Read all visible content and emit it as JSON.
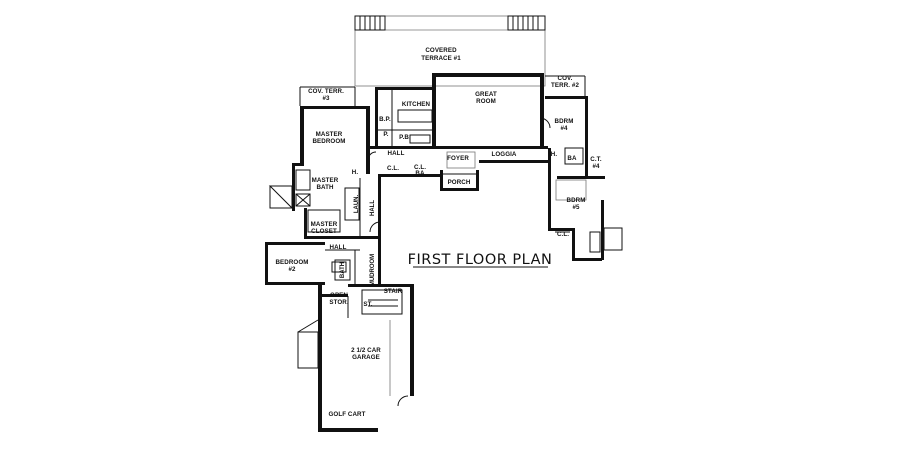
{
  "plan_title": "FIRST FLOOR PLAN",
  "rooms": {
    "covered_terrace": [
      "COVERED",
      "TERRACE #1"
    ],
    "cov_terr_3": [
      "COV. TERR.",
      "#3"
    ],
    "cov_terr_2": [
      "COV.",
      "TERR. #2"
    ],
    "great_room": [
      "GREAT",
      "ROOM"
    ],
    "kitchen": "KITCHEN",
    "master_bedroom": [
      "MASTER",
      "BEDROOM"
    ],
    "master_bath": [
      "MASTER",
      "BATH"
    ],
    "master_closet": [
      "MASTER",
      "CLOSET"
    ],
    "bdrm_4": [
      "BDRM",
      "#4"
    ],
    "bdrm_5": [
      "BDRM",
      "#5"
    ],
    "bedroom_2": [
      "BEDROOM",
      "#2"
    ],
    "hall_upper": "HALL",
    "hall_lower": "HALL",
    "hall_vertical": "HALL",
    "foyer": "FOYER",
    "loggia": "LOGGIA",
    "porch": "PORCH",
    "laun": "LAUN.",
    "mudroom": "MUDROOM",
    "open_stor": [
      "OPEN",
      "STOR."
    ],
    "stair": "STAIR",
    "st": "ST.",
    "garage": [
      "2 1/2 CAR",
      "GARAGE"
    ],
    "golf_cart": "GOLF CART",
    "bath": "BATH",
    "cl": "C.L.",
    "cl2": "C.L.",
    "pb": "P.B.",
    "ba": "BA",
    "ba2": "BA",
    "ct": [
      "C.T.",
      "#4"
    ],
    "p": "P.",
    "bp": "B.P.",
    "h": "H.",
    "h2": "H.",
    "cl_small": "C.L."
  }
}
